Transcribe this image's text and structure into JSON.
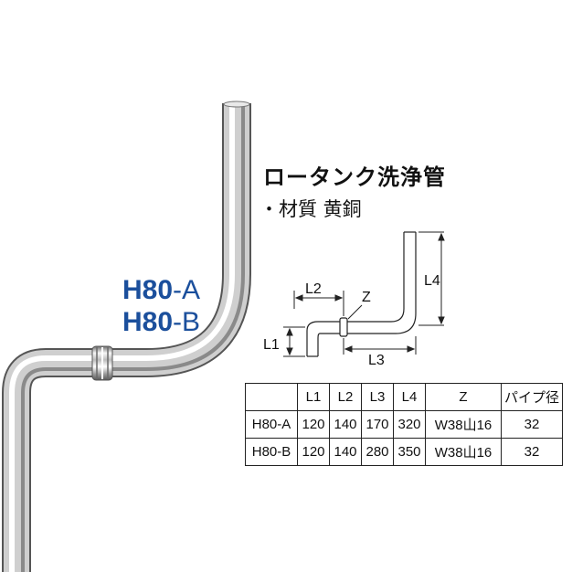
{
  "models": [
    {
      "code": "H80",
      "variant": "-A"
    },
    {
      "code": "H80",
      "variant": "-B"
    }
  ],
  "product": {
    "title": "ロータンク洗浄管",
    "material": "・材質 黄銅"
  },
  "diagram_labels": {
    "l1": "L1",
    "l2": "L2",
    "l3": "L3",
    "l4": "L4",
    "z": "Z"
  },
  "spec_table": {
    "headers": [
      "",
      "L1",
      "L2",
      "L3",
      "L4",
      "Z",
      "パイプ径"
    ],
    "rows": [
      [
        "H80-A",
        "120",
        "140",
        "170",
        "320",
        "W38山16",
        "32"
      ],
      [
        "H80-B",
        "120",
        "140",
        "280",
        "350",
        "W38山16",
        "32"
      ]
    ]
  }
}
